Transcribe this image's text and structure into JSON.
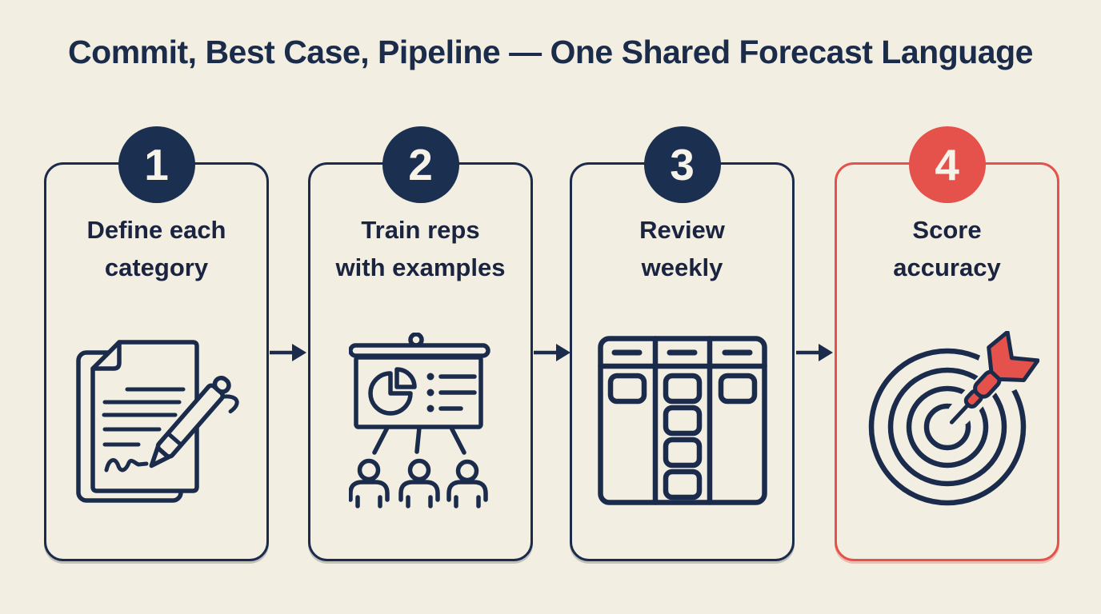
{
  "title": "Commit, Best Case, Pipeline — One Shared Forecast Language",
  "colors": {
    "background": "#f2eee1",
    "navy": "#1b2b4c",
    "red": "#e5514b",
    "badge_text": "#f7f3e9",
    "label_text": "#1a2340"
  },
  "steps": [
    {
      "number": "1",
      "label_line1": "Define each",
      "label_line2": "category",
      "icon": "signed-document-icon"
    },
    {
      "number": "2",
      "label_line1": "Train reps",
      "label_line2": "with examples",
      "icon": "presentation-training-icon"
    },
    {
      "number": "3",
      "label_line1": "Review",
      "label_line2": "weekly",
      "icon": "kanban-board-icon"
    },
    {
      "number": "4",
      "label_line1": "Score",
      "label_line2": "accuracy",
      "icon": "dart-target-icon"
    }
  ],
  "connector": "right-arrow"
}
